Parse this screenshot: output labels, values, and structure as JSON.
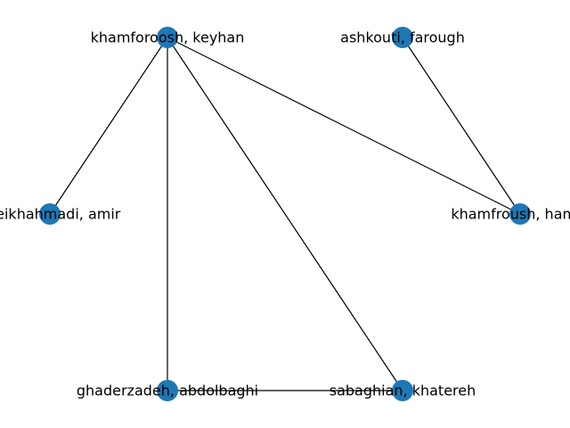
{
  "graph": {
    "node_color": "#1f77b4",
    "edge_color": "#000000",
    "nodes": [
      {
        "id": "khamforoosh",
        "label": "khamforoosh, keyhan"
      },
      {
        "id": "ashkouti",
        "label": "ashkouti, farough"
      },
      {
        "id": "sheikhahmadi",
        "label": "sheikhahmadi, amir"
      },
      {
        "id": "khamfroush",
        "label": "khamfroush, hamid"
      },
      {
        "id": "ghaderzadeh",
        "label": "ghaderzadeh, abdolbaghi"
      },
      {
        "id": "sabaghian",
        "label": "sabaghian, khatereh"
      }
    ],
    "edges": [
      {
        "source": "khamforoosh",
        "target": "sheikhahmadi"
      },
      {
        "source": "khamforoosh",
        "target": "ghaderzadeh"
      },
      {
        "source": "khamforoosh",
        "target": "sabaghian"
      },
      {
        "source": "khamforoosh",
        "target": "khamfroush"
      },
      {
        "source": "ashkouti",
        "target": "khamfroush"
      },
      {
        "source": "ghaderzadeh",
        "target": "sabaghian"
      }
    ]
  }
}
